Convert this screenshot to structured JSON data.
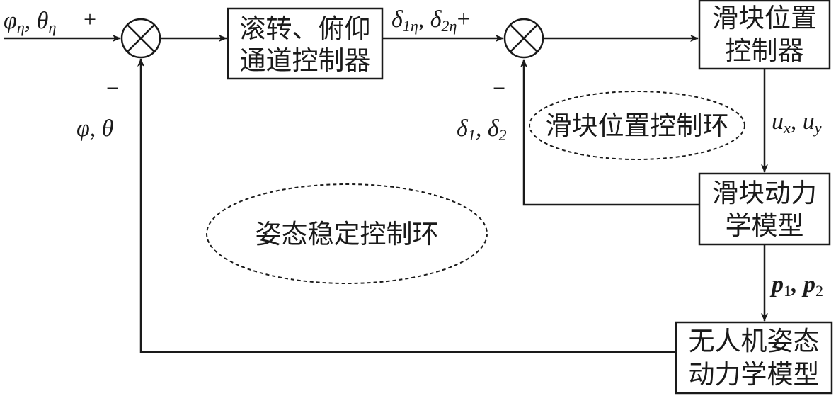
{
  "blocks": {
    "attitude_controller": [
      "滚转、俯仰",
      "通道控制器"
    ],
    "slider_position_controller": [
      "滑块位置",
      "控制器"
    ],
    "slider_dynamics": [
      "滑块动力",
      "学模型"
    ],
    "uav_attitude_dynamics": [
      "无人机姿态",
      "动力学模型"
    ]
  },
  "loops": {
    "inner": "滑块位置控制环",
    "outer": "姿态稳定控制环"
  },
  "signals": {
    "reference": {
      "a": "φ",
      "a_sub": "η",
      "sep": ", ",
      "b": "θ",
      "b_sub": "η"
    },
    "feedback_angle": "φ, θ",
    "slider_ref": {
      "a": "δ",
      "a_sub": "1η",
      "sep": ", ",
      "b": "δ",
      "b_sub": "2η"
    },
    "slider_feedback": {
      "a": "δ",
      "a_sub": "1",
      "sep": ", ",
      "b": "δ",
      "b_sub": "2"
    },
    "control": {
      "a": "u",
      "a_sub": "x",
      "sep": ", ",
      "b": "u",
      "b_sub": "y"
    },
    "positions": {
      "a": "p",
      "a_sub": "1",
      "sep": ", ",
      "b": "p",
      "b_sub": "2"
    }
  },
  "signs": {
    "plus": "+",
    "minus": "−"
  }
}
